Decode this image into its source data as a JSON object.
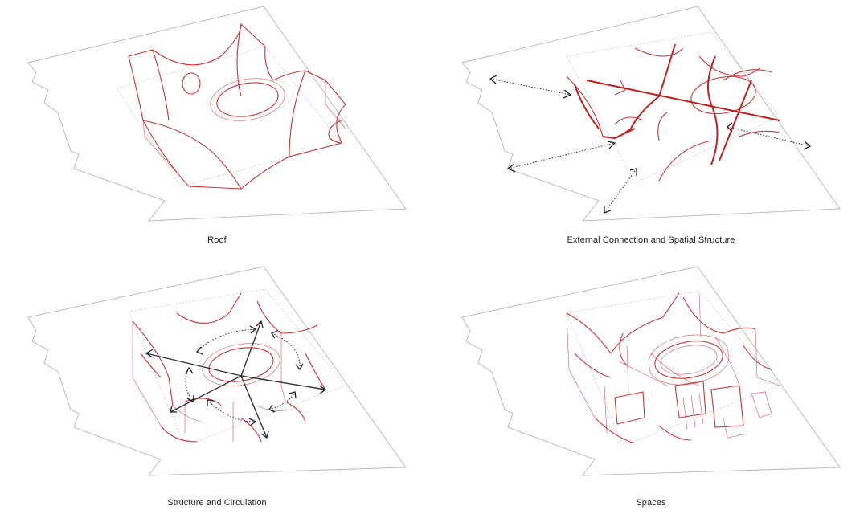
{
  "panels": [
    {
      "id": "roof",
      "caption": "Roof"
    },
    {
      "id": "external",
      "caption": "External Connection and Spatial Structure"
    },
    {
      "id": "structure",
      "caption": "Structure and Circulation"
    },
    {
      "id": "spaces",
      "caption": "Spaces"
    }
  ],
  "colors": {
    "structure_red": "#cc3333",
    "arrow": "#333333",
    "site_outline": "#b5b5b5"
  }
}
